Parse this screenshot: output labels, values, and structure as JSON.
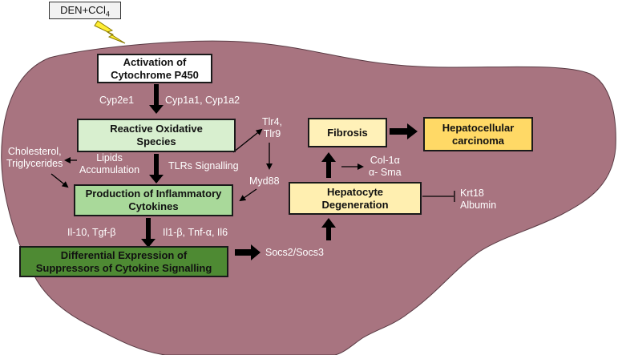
{
  "trigger": {
    "text": "DEN+CCl",
    "sub": "4"
  },
  "nodes": {
    "activation": "Activation of Cytochrome P450",
    "ros": "Reactive Oxidative Species",
    "inflammatory": "Production of Inflammatory Cytokines",
    "differential": "Differential Expression of Suppressors of Cytokine Signalling",
    "fibrosis": "Fibrosis",
    "hcc": "Hepatocellular carcinoma",
    "degeneration": "Hepatocyte Degeneration"
  },
  "labels": {
    "cyp2e1": "Cyp2e1",
    "cyp1a": "Cyp1a1, Cyp1a2",
    "tlr": "Tlr4,\nTlr9",
    "cholesterol": "Cholesterol,\nTriglycerides",
    "lipids": "Lipids\nAccumulation",
    "tlrs_signalling": "TLRs Signalling",
    "myd88": "Myd88",
    "col": "Col-1α\nα- Sma",
    "krt": "Krt18\nAlbumin",
    "il10": "Il-10, Tgf-β",
    "il1": "Il1-β, Tnf-α, Il6",
    "socs": "Socs2/Socs3"
  },
  "colors": {
    "liver": "#a87480",
    "activation_fill": "#ffffff",
    "ros_fill": "#d8efcf",
    "inflammatory_fill": "#a9d99a",
    "differential_fill": "#4e8a33",
    "fibrosis_fill": "#fff1b8",
    "hcc_fill": "#ffd966",
    "degeneration_fill": "#ffefb0",
    "lightning": "#ffee33"
  },
  "icons": {
    "trigger": "lightning-bolt-icon"
  }
}
